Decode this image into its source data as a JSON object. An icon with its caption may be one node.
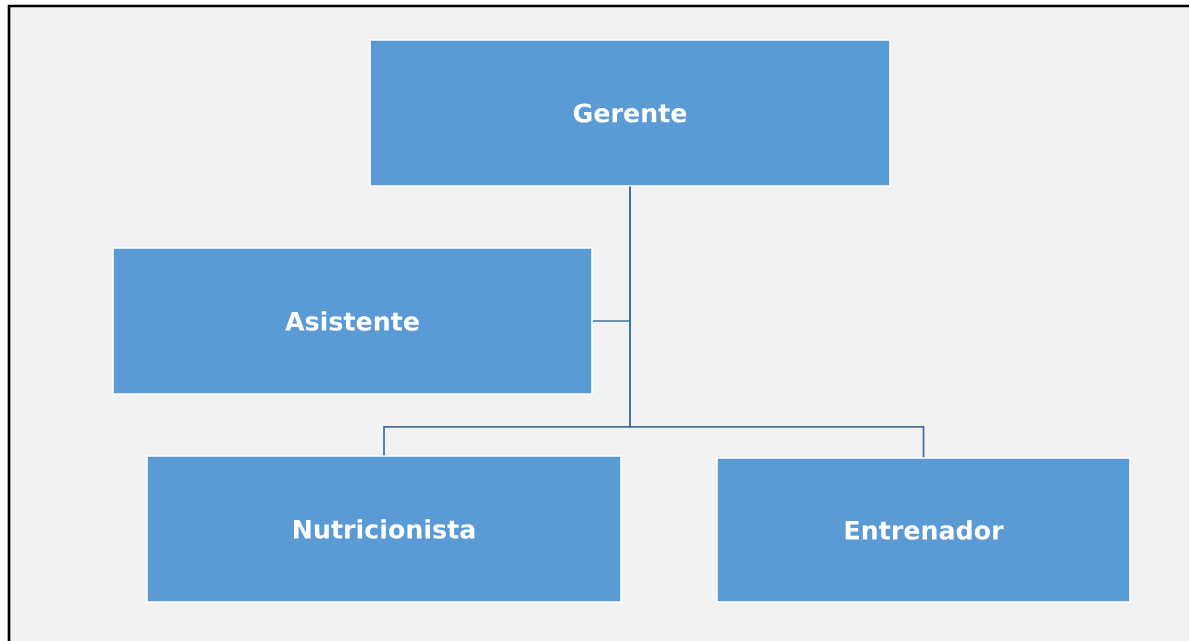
{
  "diagram": {
    "nodes": [
      {
        "text": [
          "Gerente"
        ]
      },
      {
        "text": [
          "Asistente"
        ]
      },
      {
        "text": [
          "Nutricionista"
        ]
      },
      {
        "text": [
          "Entrenador"
        ]
      }
    ],
    "edges": [
      {
        "from": 0,
        "to": 1,
        "arrow": "none"
      },
      {
        "from": 0,
        "to": 2,
        "arrow": "none"
      },
      {
        "from": 0,
        "to": 3,
        "arrow": "none"
      }
    ]
  }
}
